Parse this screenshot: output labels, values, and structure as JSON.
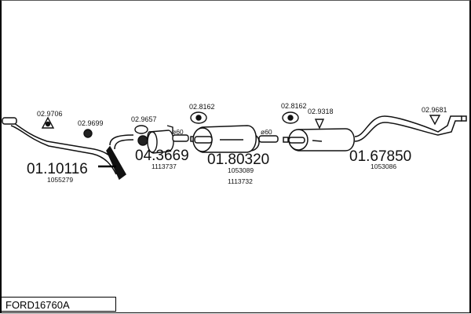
{
  "title": "FORD16760A",
  "parts": [
    {
      "number": "01.10116",
      "oem": [
        "1055279"
      ],
      "type": "front-pipe"
    },
    {
      "number": "04.3669",
      "oem": [
        "1113737"
      ],
      "type": "catalytic-converter"
    },
    {
      "number": "01.80320",
      "oem": [
        "1053089",
        "1113732"
      ],
      "type": "centre-silencer"
    },
    {
      "number": "01.67850",
      "oem": [
        "1053086"
      ],
      "type": "rear-silencer"
    }
  ],
  "accessories": [
    {
      "number": "02.9706",
      "type": "gasket"
    },
    {
      "number": "02.9699",
      "type": "ring"
    },
    {
      "number": "02.9657",
      "type": "hanger"
    },
    {
      "number": "02.8162",
      "type": "hanger"
    },
    {
      "number": "02.8162",
      "type": "hanger"
    },
    {
      "number": "02.9318",
      "type": "clamp"
    },
    {
      "number": "02.9681",
      "type": "clamp"
    }
  ],
  "diameters": [
    "ø60",
    "ø60"
  ]
}
